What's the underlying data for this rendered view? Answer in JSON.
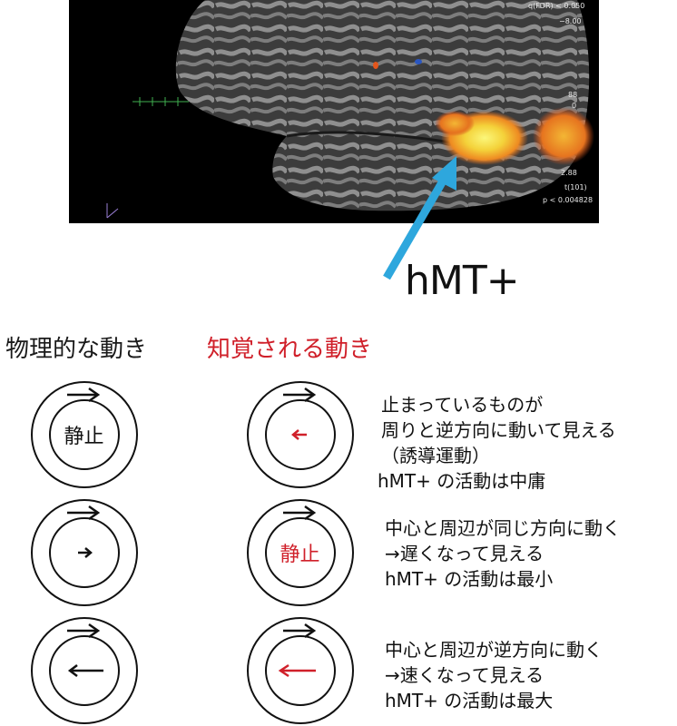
{
  "brain_figure": {
    "stat_header": "q(FDR) < 0.050",
    "scale_max": "−8.00",
    "scale_mid_a": "88",
    "scale_mid_b": "0",
    "scale_min": "2.88",
    "stat_df": "t(101)",
    "p_value": "p < 0.004828",
    "colorbar_colors": [
      "#2ea34a",
      "#3bb04f",
      "#4aba5a",
      "#5cc26a",
      "#2f8e8e",
      "#2a6fb0",
      "#1f4fb5",
      "#3c2fa8",
      "#f7f06b",
      "#f5e24a",
      "#f2cd35",
      "#eea92a",
      "#e98523",
      "#e2651f",
      "#d9441b",
      "#c9331a"
    ]
  },
  "annotation": {
    "region_label": "hMT+",
    "arrow_color": "#2ea7dd"
  },
  "columns": {
    "physical_title": "物理的な動き",
    "perceived_title": "知覚される動き",
    "perceived_color": "#d0202a"
  },
  "rows": [
    {
      "physical_center_text": "静止",
      "physical_center_direction": "none",
      "perceived_center_text": "",
      "perceived_center_direction": "left-small",
      "surround_direction": "right",
      "description": [
        "止まっているものが",
        "周りと逆方向に動いて見える",
        "（誘導運動）",
        "hMT+ の活動は中庸"
      ]
    },
    {
      "physical_center_text": "",
      "physical_center_direction": "right-small",
      "perceived_center_text": "静止",
      "perceived_center_direction": "none",
      "surround_direction": "right",
      "description": [
        "中心と周辺が同じ方向に動く",
        "→遅くなって見える",
        "hMT+ の活動は最小"
      ]
    },
    {
      "physical_center_text": "",
      "physical_center_direction": "left-large",
      "perceived_center_text": "",
      "perceived_center_direction": "left-large",
      "surround_direction": "right",
      "description": [
        "中心と周辺が逆方向に動く",
        "→速くなって見える",
        "hMT+ の活動は最大"
      ]
    }
  ]
}
